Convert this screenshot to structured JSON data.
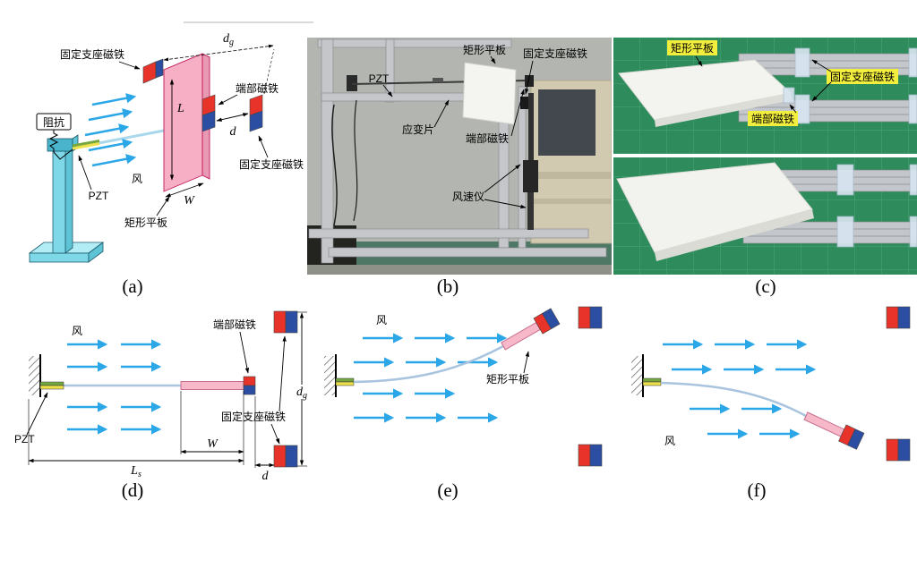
{
  "figure": {
    "colors": {
      "wind_arrow_blue": "#2BA7E8",
      "magnet_red": "#E8332A",
      "magnet_blue": "#2B4EA2",
      "plate_pink": "#F7B9C9",
      "beam_blue": "#A9C4DE",
      "pzt_green": "#74A73F",
      "pzt_yellow": "#EDE04A",
      "stand_cyan": "#7FD8E8",
      "label_highlight_yellow": "#F2EE3E",
      "photo_mat_green": "#2E8C5C"
    },
    "panel_a": {
      "caption": "(a)",
      "labels": {
        "fixed_magnet_top": "固定支座磁铁",
        "tip_magnet": "端部磁铁",
        "impedance": "阻抗",
        "wind": "风",
        "pzt": "PZT",
        "plate": "矩形平板",
        "fixed_magnet_right": "固定支座磁铁"
      },
      "dims": {
        "dg": {
          "sym": "d",
          "sub": "g"
        },
        "L": "L",
        "W": "W",
        "d": "d"
      }
    },
    "panel_b": {
      "caption": "(b)",
      "labels": {
        "plate": "矩形平板",
        "pzt": "PZT",
        "fixed_magnet": "固定支座磁铁",
        "strain_gauge": "应变片",
        "tip_magnet": "端部磁铁",
        "anemometer": "风速仪"
      }
    },
    "panel_c": {
      "caption": "(c)",
      "labels": {
        "plate": "矩形平板",
        "fixed_magnet": "固定支座磁铁",
        "tip_magnet": "端部磁铁"
      }
    },
    "panel_d": {
      "caption": "(d)",
      "labels": {
        "wind": "风",
        "tip_magnet": "端部磁铁",
        "fixed_magnet": "固定支座磁铁",
        "pzt": "PZT"
      },
      "dims": {
        "dg": {
          "sym": "d",
          "sub": "g"
        },
        "Ls": {
          "sym": "L",
          "sub": "s"
        },
        "W": "W",
        "d": "d"
      }
    },
    "panel_e": {
      "caption": "(e)",
      "labels": {
        "wind": "风",
        "plate": "矩形平板"
      }
    },
    "panel_f": {
      "caption": "(f)",
      "labels": {
        "wind": "风"
      }
    }
  }
}
